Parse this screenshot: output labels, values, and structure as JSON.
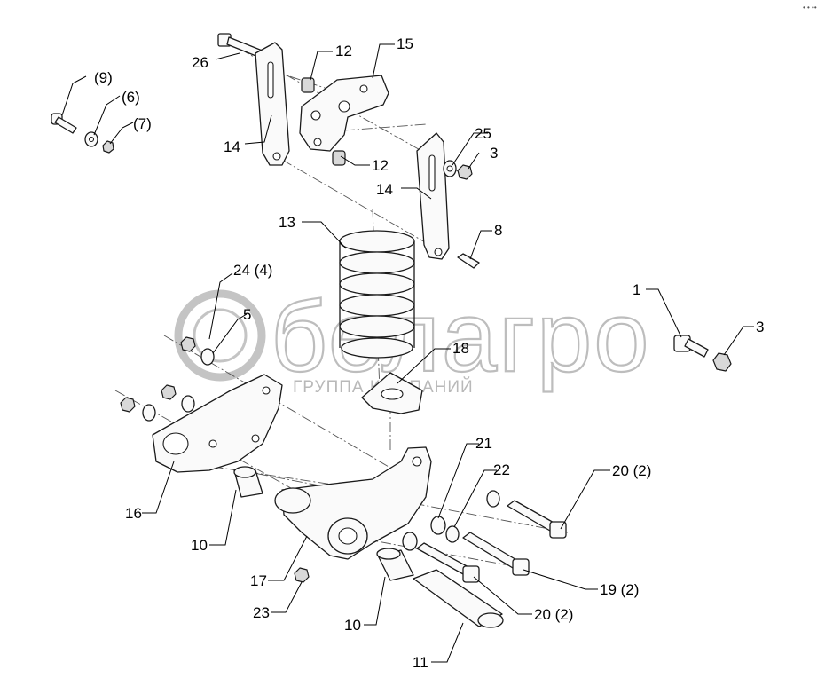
{
  "watermark": {
    "brand": "белагро",
    "tagline": "ГРУППА КОМПАНИЙ"
  },
  "corner_mark": "• • ••",
  "callouts": {
    "c1": "1",
    "c3a": "3",
    "c3b": "3",
    "c5": "5",
    "c6": "(6)",
    "c7": "(7)",
    "c8": "8",
    "c9": "(9)",
    "c10a": "10",
    "c10b": "10",
    "c11": "11",
    "c12a": "12",
    "c12b": "12",
    "c13": "13",
    "c14a": "14",
    "c14b": "14",
    "c15": "15",
    "c16": "16",
    "c17": "17",
    "c18": "18",
    "c19": "19 (2)",
    "c20a": "20 (2)",
    "c20b": "20 (2)",
    "c21": "21",
    "c22": "22",
    "c23": "23",
    "c24": "24 (4)",
    "c25": "25",
    "c26": "26"
  }
}
